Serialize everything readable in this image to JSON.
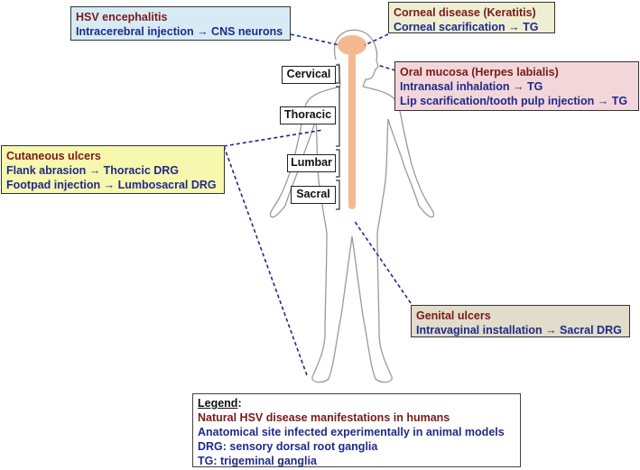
{
  "colors": {
    "encephalitis_bg": "#d7ebf5",
    "corneal_bg": "#eeeed2",
    "oral_bg": "#f2d6da",
    "cutaneous_bg": "#f7f7ad",
    "genital_bg": "#e2dccb",
    "spine": "#f5b98f",
    "human_text": "#7a1a1a",
    "animal_text": "#1f2a8a",
    "connector": "#1f2a8a"
  },
  "encephalitis": {
    "title": "HSV encephalitis",
    "detail": "Intracerebral injection → CNS neurons"
  },
  "corneal": {
    "title": "Corneal disease (Keratitis)",
    "detail": "Corneal scarification → TG"
  },
  "oral": {
    "title": "Oral mucosa (Herpes labialis)",
    "detail1": "Intranasal inhalation → TG",
    "detail2": "Lip scarification/tooth pulp injection → TG"
  },
  "cutaneous": {
    "title": "Cutaneous ulcers",
    "detail1": "Flank abrasion → Thoracic DRG",
    "detail2": "Footpad injection → Lumbosacral DRG"
  },
  "genital": {
    "title": "Genital ulcers",
    "detail": "Intravaginal installation → Sacral DRG"
  },
  "spine_segments": {
    "cervical": "Cervical",
    "thoracic": "Thoracic",
    "lumbar": "Lumbar",
    "sacral": "Sacral"
  },
  "legend": {
    "title": "Legend",
    "colon": ":",
    "human": "Natural HSV disease manifestations in humans",
    "animal": "Anatomical site infected experimentally in animal models",
    "drg": "DRG: sensory dorsal root ganglia",
    "tg": "TG: trigeminal ganglia"
  }
}
